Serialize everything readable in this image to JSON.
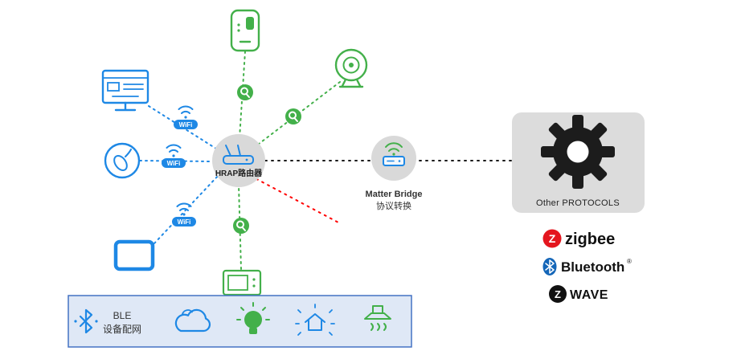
{
  "colors": {
    "blue": "#1e88e5",
    "green": "#43b04a",
    "red": "#ff0000",
    "gray_node": "#d9d9d9",
    "panel_gray": "#dcdcdc",
    "ble_box_fill": "#dfe8f6",
    "ble_box_border": "#4472c4",
    "zigbee_red": "#e4161e",
    "bluetooth_blue": "#1466b8",
    "dark": "#1a1a1a"
  },
  "router": {
    "label": "HRAP路由器"
  },
  "wifi": {
    "label": "WiFi"
  },
  "bridge": {
    "title": "Matter Bridge",
    "subtitle": "协议转换"
  },
  "protocols": {
    "title": "Other PROTOCOLS",
    "zigbee_z": "Z",
    "zigbee": "zigbee",
    "bluetooth": "Bluetooth",
    "bluetooth_reg": "®",
    "zwave_z": "Z",
    "zwave_wave": "WAVE"
  },
  "ble": {
    "line1": "BLE",
    "line2": "设备配网"
  }
}
